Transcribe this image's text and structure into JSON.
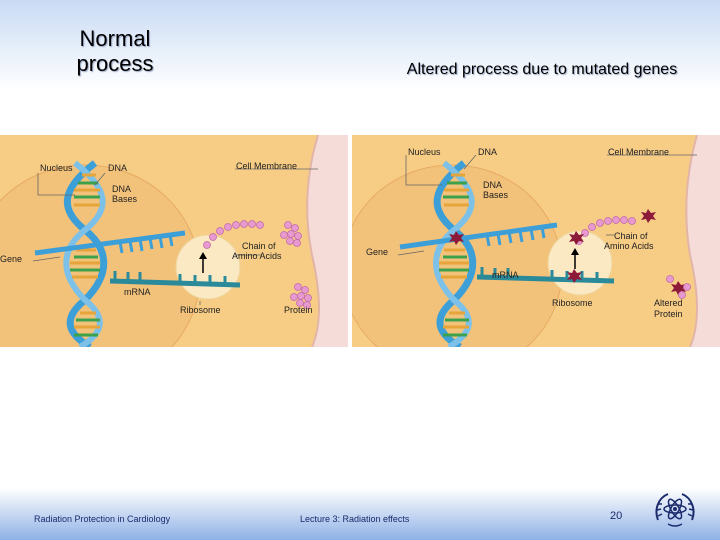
{
  "slide": {
    "title_left": "Normal process",
    "title_right": "Altered process due to mutated genes",
    "footer_left": "Radiation Protection in Cardiology",
    "footer_center": "Lecture 3: Radiation effects",
    "page_number": "20"
  },
  "diagram_normal": {
    "nucleus": "Nucleus",
    "dna": "DNA",
    "cell_membrane": "Cell Membrane",
    "dna_bases_1": "DNA",
    "dna_bases_2": "Bases",
    "gene": "Gene",
    "chain_1": "Chain of",
    "chain_2": "Amino Acids",
    "mrna": "mRNA",
    "ribosome": "Ribosome",
    "protein": "Protein"
  },
  "diagram_altered": {
    "nucleus": "Nucleus",
    "dna": "DNA",
    "cell_membrane": "Cell Membrane",
    "dna_bases_1": "DNA",
    "dna_bases_2": "Bases",
    "gene": "Gene",
    "chain_1": "Chain of",
    "chain_2": "Amino Acids",
    "mrna": "mRNA",
    "ribosome": "Ribosome",
    "protein_1": "Altered",
    "protein_2": "Protein"
  },
  "colors": {
    "cell": "#f7cd86",
    "membrane": "#f5dcd8",
    "dna_blue": "#3d9fd8",
    "rna_teal": "#2a8a9a",
    "amino": "#e79ad0",
    "mutation": "#8e1a3a"
  }
}
